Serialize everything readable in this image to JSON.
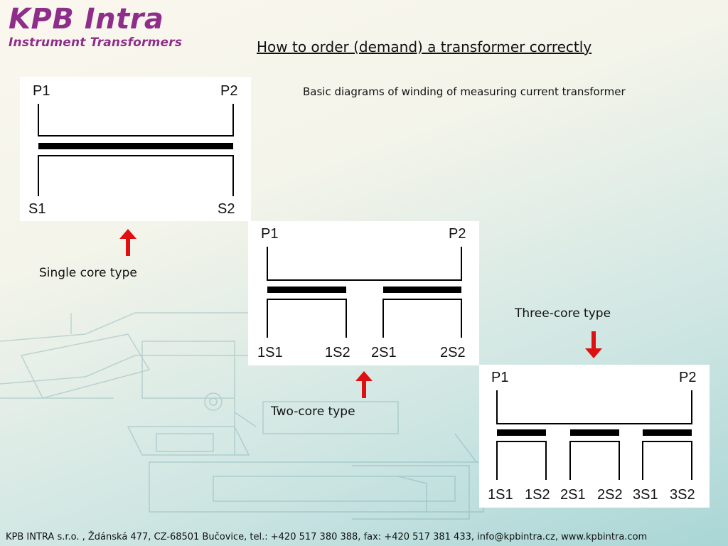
{
  "header": {
    "logo_main": "KPB Intra",
    "logo_sub": "Instrument Transformers",
    "title": "How to order (demand) a transformer correctly",
    "subtitle": "Basic diagrams of winding of measuring current transformer"
  },
  "diagrams": {
    "single": {
      "caption": "Single core type",
      "p1": "P1",
      "p2": "P2",
      "secondary": [
        "S1",
        "S2"
      ]
    },
    "two": {
      "caption": "Two-core type",
      "p1": "P1",
      "p2": "P2",
      "secondary": [
        "1S1",
        "1S2",
        "2S1",
        "2S2"
      ]
    },
    "three": {
      "caption": "Three-core type",
      "p1": "P1",
      "p2": "P2",
      "secondary": [
        "1S1",
        "1S2",
        "2S1",
        "2S2",
        "3S1",
        "3S2"
      ]
    }
  },
  "colors": {
    "brand": "#8e2d8a",
    "arrow": "#e01010"
  },
  "footer": {
    "text": "KPB INTRA s.r.o. , Ždánská 477, CZ-68501 Bučovice, tel.: +420 517 380 388, fax: +420 517 381 433, info@kpbintra.cz, www.kpbintra.com"
  }
}
